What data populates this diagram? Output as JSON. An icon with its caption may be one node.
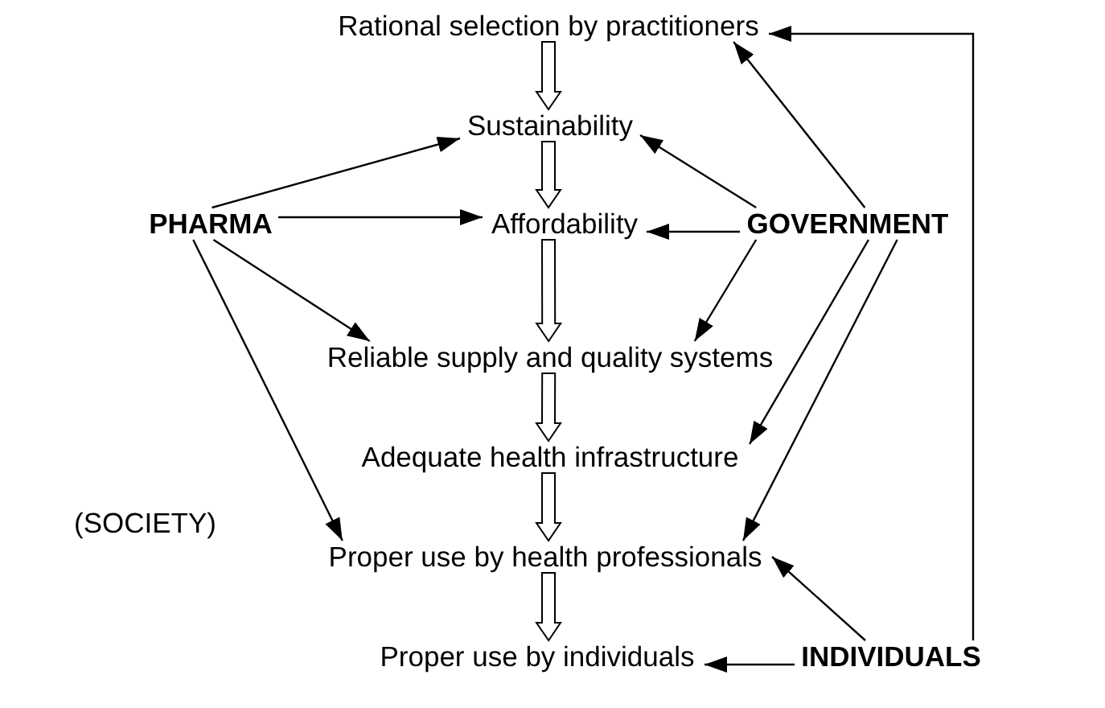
{
  "diagram": {
    "nodes": [
      {
        "text": [
          "Rational selection by practitioners"
        ]
      },
      {
        "text": [
          "Sustainability"
        ]
      },
      {
        "text": [
          "Affordability"
        ]
      },
      {
        "text": [
          "Reliable supply and quality systems"
        ]
      },
      {
        "text": [
          "Adequate health infrastructure"
        ]
      },
      {
        "text": [
          "Proper use by health professionals"
        ]
      },
      {
        "text": [
          "Proper use by individuals"
        ]
      },
      {
        "text": [
          "PHARMA"
        ]
      },
      {
        "text": [
          "GOVERNMENT"
        ]
      },
      {
        "text": [
          "INDIVIDUALS"
        ]
      }
    ],
    "edges": [
      {
        "from": 0,
        "to": 1,
        "arrow": "to",
        "style": "thick"
      },
      {
        "from": 1,
        "to": 2,
        "arrow": "to",
        "style": "thick"
      },
      {
        "from": 2,
        "to": 3,
        "arrow": "to",
        "style": "thick"
      },
      {
        "from": 3,
        "to": 4,
        "arrow": "to",
        "style": "thick"
      },
      {
        "from": 4,
        "to": 5,
        "arrow": "to",
        "style": "thick"
      },
      {
        "from": 5,
        "to": 6,
        "arrow": "to",
        "style": "thick"
      },
      {
        "from": 7,
        "to": 1,
        "arrow": "to"
      },
      {
        "from": 7,
        "to": 2,
        "arrow": "to"
      },
      {
        "from": 7,
        "to": 3,
        "arrow": "to"
      },
      {
        "from": 7,
        "to": 5,
        "arrow": "to"
      },
      {
        "from": 8,
        "to": 0,
        "arrow": "to"
      },
      {
        "from": 8,
        "to": 1,
        "arrow": "to"
      },
      {
        "from": 8,
        "to": 2,
        "arrow": "to"
      },
      {
        "from": 8,
        "to": 3,
        "arrow": "to"
      },
      {
        "from": 8,
        "to": 4,
        "arrow": "to"
      },
      {
        "from": 8,
        "to": 5,
        "arrow": "to"
      },
      {
        "from": 9,
        "to": 0,
        "arrow": "to"
      },
      {
        "from": 9,
        "to": 5,
        "arrow": "to"
      },
      {
        "from": 9,
        "to": 6,
        "arrow": "to"
      }
    ],
    "labels": [
      "(SOCIETY)"
    ]
  }
}
